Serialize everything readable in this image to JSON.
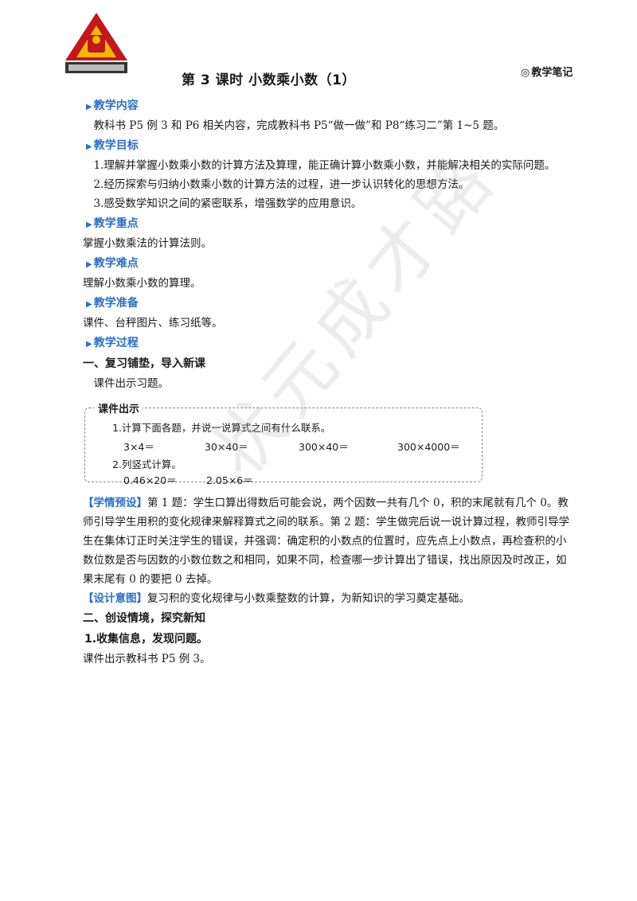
{
  "header": {
    "title": "第 3 课时  小数乘小数（1）",
    "notes_label": "教学笔记"
  },
  "sections": {
    "content_head": "教学内容",
    "content_text": "教科书 P5 例 3 和 P6 相关内容，完成教科书 P5“做一做”和 P8“练习二”第 1~5 题。",
    "goals_head": "教学目标",
    "goal1": "1.理解并掌握小数乘小数的计算方法及算理，能正确计算小数乘小数，并能解决相关的实际问题。",
    "goal2": "2.经历探索与归纳小数乘小数的计算方法的过程，进一步认识转化的思想方法。",
    "goal3": "3.感受数学知识之间的紧密联系，增强数学的应用意识。",
    "key_head": "教学重点",
    "key_text": "掌握小数乘法的计算法则。",
    "difficulty_head": "教学难点",
    "difficulty_text": "理解小数乘小数的算理。",
    "prep_head": "教学准备",
    "prep_text": "课件、台秤图片、练习纸等。",
    "process_head": "教学过程"
  },
  "process": {
    "part1_title": "一、复习铺垫，导入新课",
    "part1_text": "课件出示习题。",
    "box": {
      "label": "课件出示",
      "line1": "1.计算下面各题，并说一说算式之间有什么联系。",
      "row1": [
        "3×4＝",
        "30×40＝",
        "300×40＝",
        "300×4000＝"
      ],
      "line2": "2.列竖式计算。",
      "row2": [
        "0.46×20＝",
        "2.05×6＝"
      ]
    },
    "preset_tag": "学情预设",
    "preset_text": "第 1 题：学生口算出得数后可能会说，两个因数一共有几个 0，积的末尾就有几个 0。教师引导学生用积的变化规律来解释算式之间的联系。第 2 题：学生做完后说一说计算过程，教师引导学生在集体订正时关注学生的错误，并强调：确定积的小数点的位置时，应先点上小数点，再检查积的小数位数是否与因数的小数位数之和相同，如果不同，检查哪一步计算出了错误，找出原因及时改正，如果末尾有 0 的要把 0 去掉。",
    "design_tag": "设计意图",
    "design_text": "复习积的变化规律与小数乘整数的计算，为新知识的学习奠定基础。",
    "part2_title": "二、创设情境，探究新知",
    "part2_sub": "1.收集信息，发现问题。",
    "part2_text": "课件出示教科书 P5 例 3。"
  },
  "watermark": "状元成才路",
  "colors": {
    "accent": "#2f6fc2",
    "logo_red": "#c0191c",
    "logo_gold": "#f2b705"
  }
}
